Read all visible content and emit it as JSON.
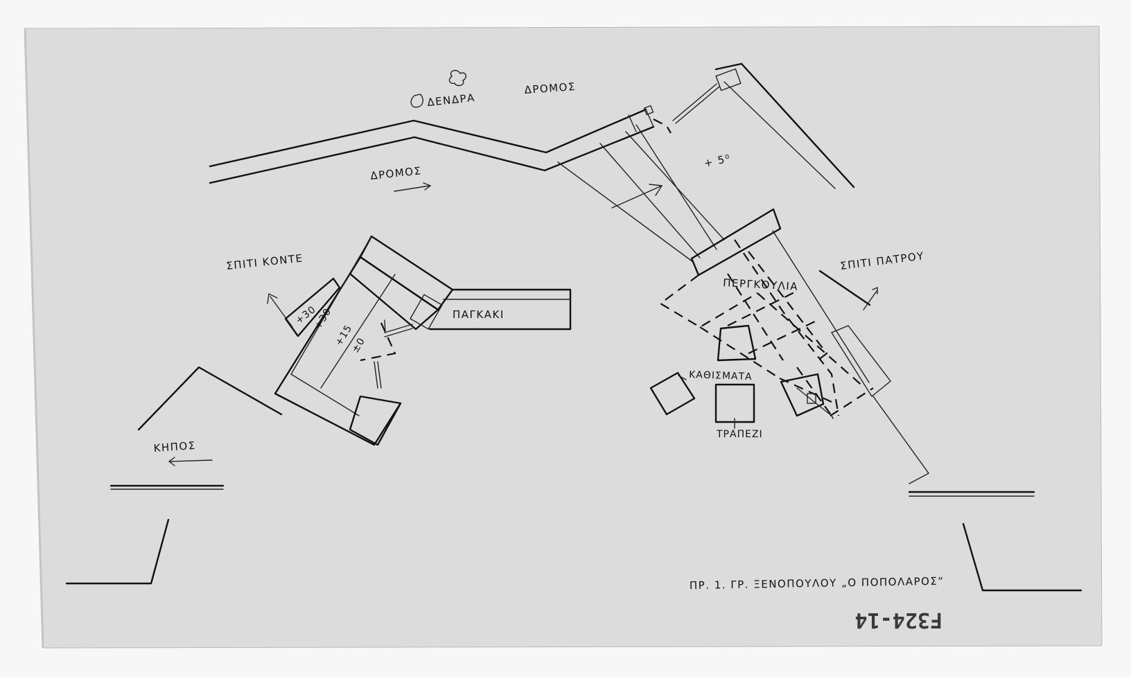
{
  "labels": {
    "trees": "ΔΕΝΔΡΑ",
    "road_top": "ΔΡΟΜΟΣ",
    "road_mid": "ΔΡΟΜΟΣ",
    "elev_plus5": "+ 5⁰",
    "house_konte": "ΣΠΙΤΙ ΚΟΝΤΕ",
    "house_patrou": "ΣΠΙΤΙ ΠΑΤΡΟΥ",
    "pergola": "ΠΕΡΓΚΟΥΛΙΑ",
    "bench": "ΠΑΓΚΑΚΙ",
    "step_30a": "+30",
    "step_30b": "+30",
    "step_15": "+15",
    "step_0": "±0",
    "seats": "ΚΑΘΙΣΜΑΤΑ",
    "table": "ΤΡΑΠΕΖΙ",
    "garden": "ΚΗΠΟΣ",
    "caption": "ΠΡ. 1.   ΓΡ. ΞΕΝΟΠΟΥΛΟΥ „Ο ΠΟΠΟΛΑΡΟΣ“",
    "archive_number": "F324-14"
  },
  "colors": {
    "paper": "#dcdcdc",
    "ink": "#111111",
    "background": "#f7f7f7"
  }
}
